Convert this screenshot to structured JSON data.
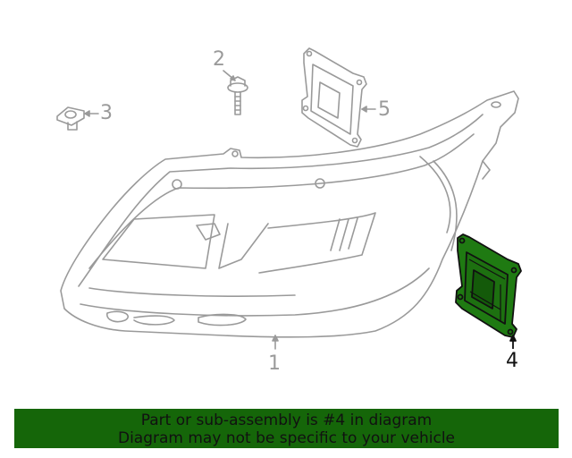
{
  "diagram": {
    "type": "exploded-parts-diagram",
    "subject": "headlamp assembly",
    "highlighted_part": 4,
    "colors": {
      "line": "#9a9a9a",
      "highlight_fill": "#1f7a12",
      "highlight_stroke": "#111111",
      "banner_bg": "#156609",
      "banner_text": "#111111"
    },
    "callouts": [
      {
        "number": "1",
        "part": "headlamp-assembly",
        "highlighted": false
      },
      {
        "number": "2",
        "part": "bolt",
        "highlighted": false
      },
      {
        "number": "3",
        "part": "clip-nut",
        "highlighted": false
      },
      {
        "number": "4",
        "part": "control-module-bracket",
        "highlighted": true
      },
      {
        "number": "5",
        "part": "control-module-bracket",
        "highlighted": false
      }
    ]
  },
  "banner": {
    "line1": "Part or sub-assembly is #4 in diagram",
    "line2": "Diagram may not be specific to your vehicle"
  }
}
